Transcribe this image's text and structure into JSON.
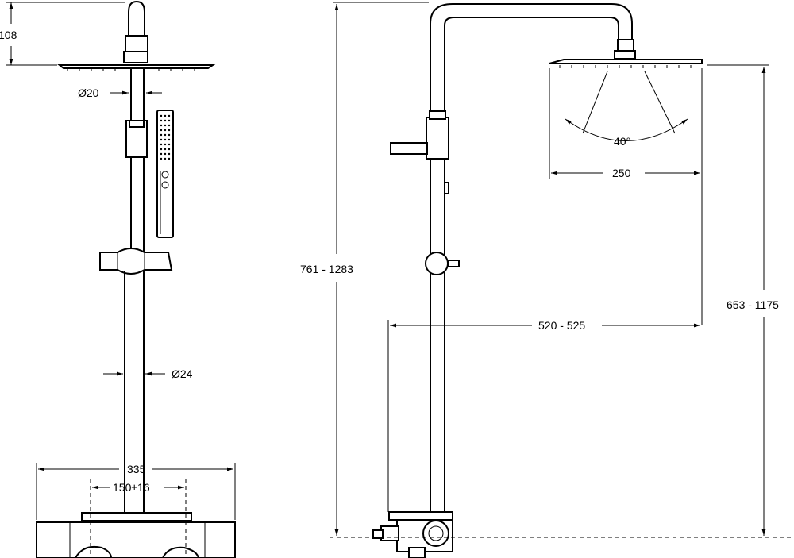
{
  "dimensions": {
    "head_height": "108",
    "arm_diameter": "Ø20",
    "pipe_diameter": "Ø24",
    "mixer_width": "335",
    "inlet_spacing": "150±16",
    "total_height": "761 - 1283",
    "head_size": "250",
    "spray_angle": "40°",
    "projection": "520 - 525",
    "head_height_range": "653 - 1175"
  }
}
